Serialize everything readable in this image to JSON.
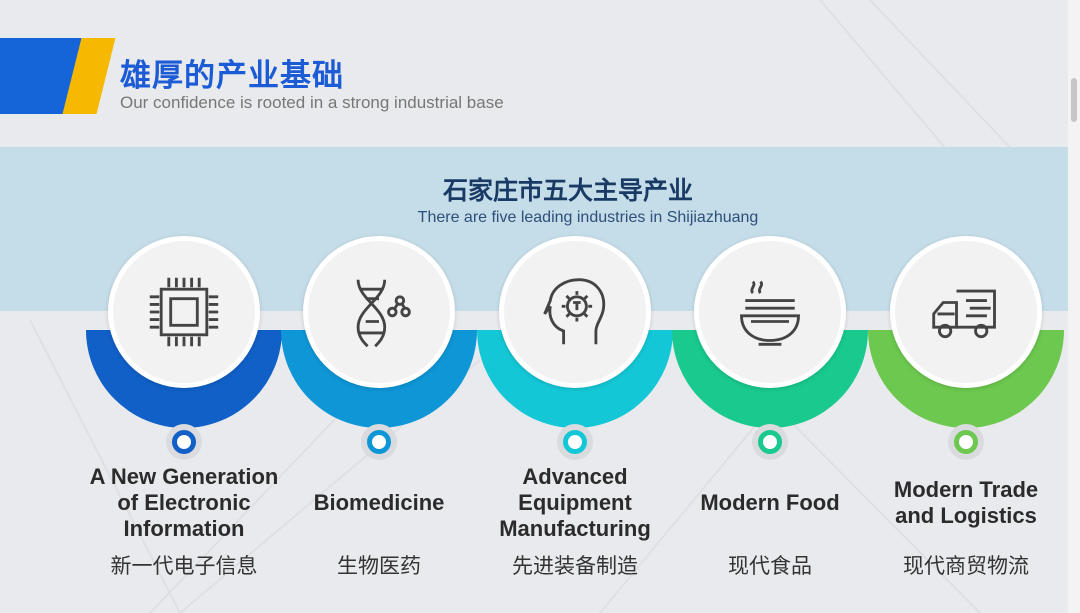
{
  "header": {
    "title": "雄厚的产业基础",
    "subtitle": "Our confidence is rooted in a strong industrial base"
  },
  "band": {
    "title": "石家庄市五大主导产业",
    "subtitle": "There are five leading industries in Shijiazhuang"
  },
  "colors": {
    "accent_blue": "#1565d8",
    "accent_yellow": "#f6b800",
    "band": "#c5dde8"
  },
  "industries": [
    {
      "name_en": "A New Generation\nof Electronic\nInformation",
      "name_zh": "新一代电子信息",
      "icon": "chip-icon",
      "color": "#1060c8"
    },
    {
      "name_en": "Biomedicine",
      "name_zh": "生物医药",
      "icon": "dna-icon",
      "color": "#0e96d6"
    },
    {
      "name_en": "Advanced\nEquipment\nManufacturing",
      "name_zh": "先进装备制造",
      "icon": "head-gear-icon",
      "color": "#14c7d6"
    },
    {
      "name_en": "Modern Food",
      "name_zh": "现代食品",
      "icon": "noodle-bowl-icon",
      "color": "#19c98e"
    },
    {
      "name_en": "Modern Trade\nand Logistics",
      "name_zh": "现代商贸物流",
      "icon": "delivery-truck-icon",
      "color": "#6cc84e"
    }
  ]
}
